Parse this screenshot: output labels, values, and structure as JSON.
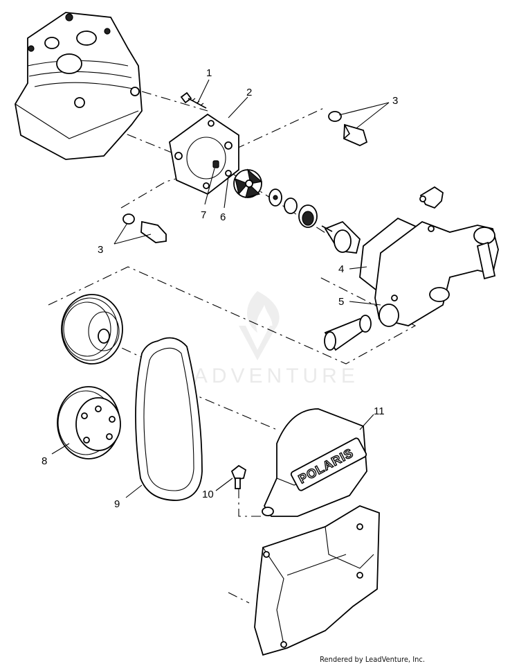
{
  "callouts": [
    "1",
    "2",
    "3",
    "3",
    "4",
    "5",
    "6",
    "7",
    "8",
    "9",
    "10",
    "11"
  ],
  "brand_text": "POLARIS",
  "watermark": "LEADVENTURE",
  "footer": "Rendered by LeadVenture, Inc.",
  "colors": {
    "ink": "#000000",
    "watermark": "#d9d9d9",
    "background": "#ffffff"
  }
}
